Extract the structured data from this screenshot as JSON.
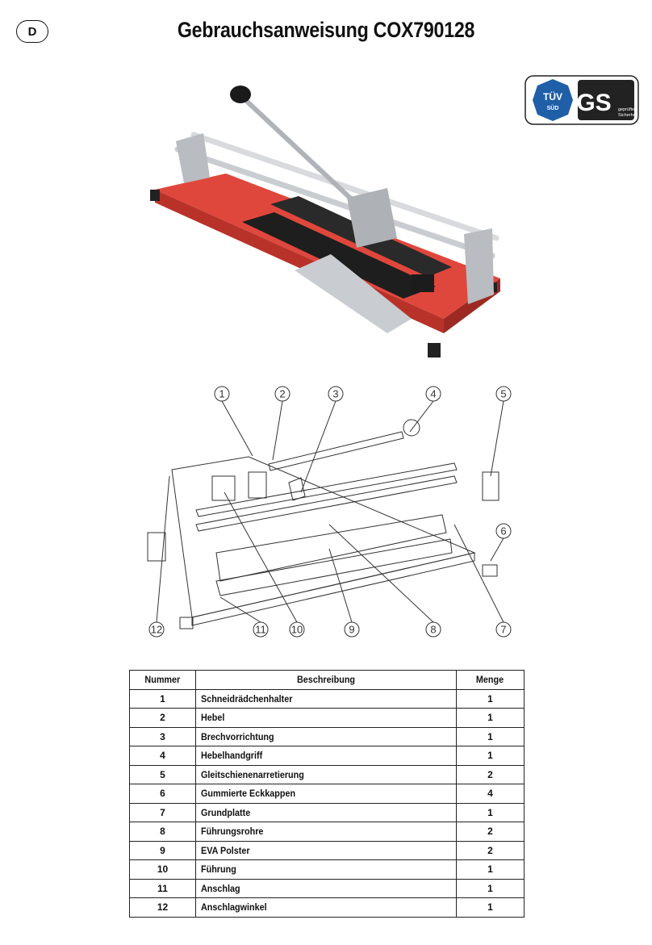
{
  "header": {
    "lang": "D",
    "title": "Gebrauchsanweisung COX790128"
  },
  "certification": {
    "tuv_text": "TÜV",
    "tuv_sub": "SÜD",
    "gs_text": "GS",
    "gs_sub_1": "geprüfte",
    "gs_sub_2": "Sicherheit",
    "colors": {
      "tuv_blue": "#1f5fa8",
      "dark": "#222222"
    }
  },
  "product_colors": {
    "base_red": "#e0473c",
    "rail_silver": "#c9ccd0",
    "pad_black": "#1e1e1e"
  },
  "diagram": {
    "callouts": [
      "1",
      "2",
      "3",
      "4",
      "5",
      "6",
      "12",
      "11",
      "10",
      "9",
      "8",
      "7"
    ]
  },
  "table": {
    "headers": [
      "Nummer",
      "Beschreibung",
      "Menge"
    ],
    "rows": [
      {
        "num": "1",
        "desc": "Schneidrädchenhalter",
        "qty": "1"
      },
      {
        "num": "2",
        "desc": "Hebel",
        "qty": "1"
      },
      {
        "num": "3",
        "desc": "Brechvorrichtung",
        "qty": "1"
      },
      {
        "num": "4",
        "desc": "Hebelhandgriff",
        "qty": "1"
      },
      {
        "num": "5",
        "desc": "Gleitschienenarretierung",
        "qty": "2"
      },
      {
        "num": "6",
        "desc": "Gummierte Eckkappen",
        "qty": "4"
      },
      {
        "num": "7",
        "desc": "Grundplatte",
        "qty": "1"
      },
      {
        "num": "8",
        "desc": "Führungsrohre",
        "qty": "2"
      },
      {
        "num": "9",
        "desc": "EVA Polster",
        "qty": "2"
      },
      {
        "num": "10",
        "desc": "Führung",
        "qty": "1"
      },
      {
        "num": "11",
        "desc": "Anschlag",
        "qty": "1"
      },
      {
        "num": "12",
        "desc": "Anschlagwinkel",
        "qty": "1"
      }
    ]
  }
}
